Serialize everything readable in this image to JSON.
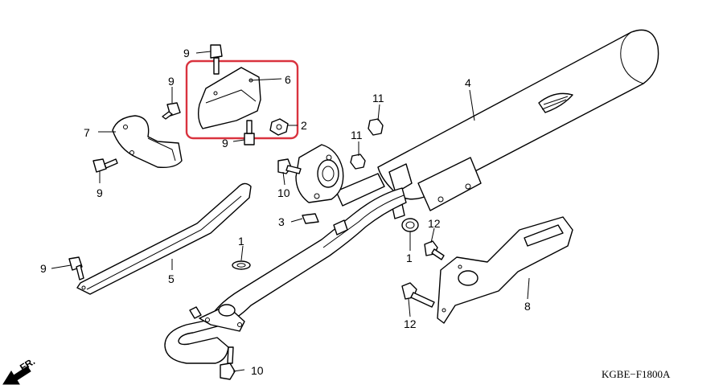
{
  "diagram": {
    "code_label": "KGBE−F1800A",
    "direction_label": "FR.",
    "highlight_color": "#d9333f",
    "callouts": {
      "c1a": "1",
      "c1b": "1",
      "c2": "2",
      "c3": "3",
      "c4": "4",
      "c5": "5",
      "c6": "6",
      "c7": "7",
      "c8": "8",
      "c9a": "9",
      "c9b": "9",
      "c9c": "9",
      "c9d": "9",
      "c9e": "9",
      "c10a": "10",
      "c10b": "10",
      "c11a": "11",
      "c11b": "11",
      "c12a": "12",
      "c12b": "12"
    }
  }
}
